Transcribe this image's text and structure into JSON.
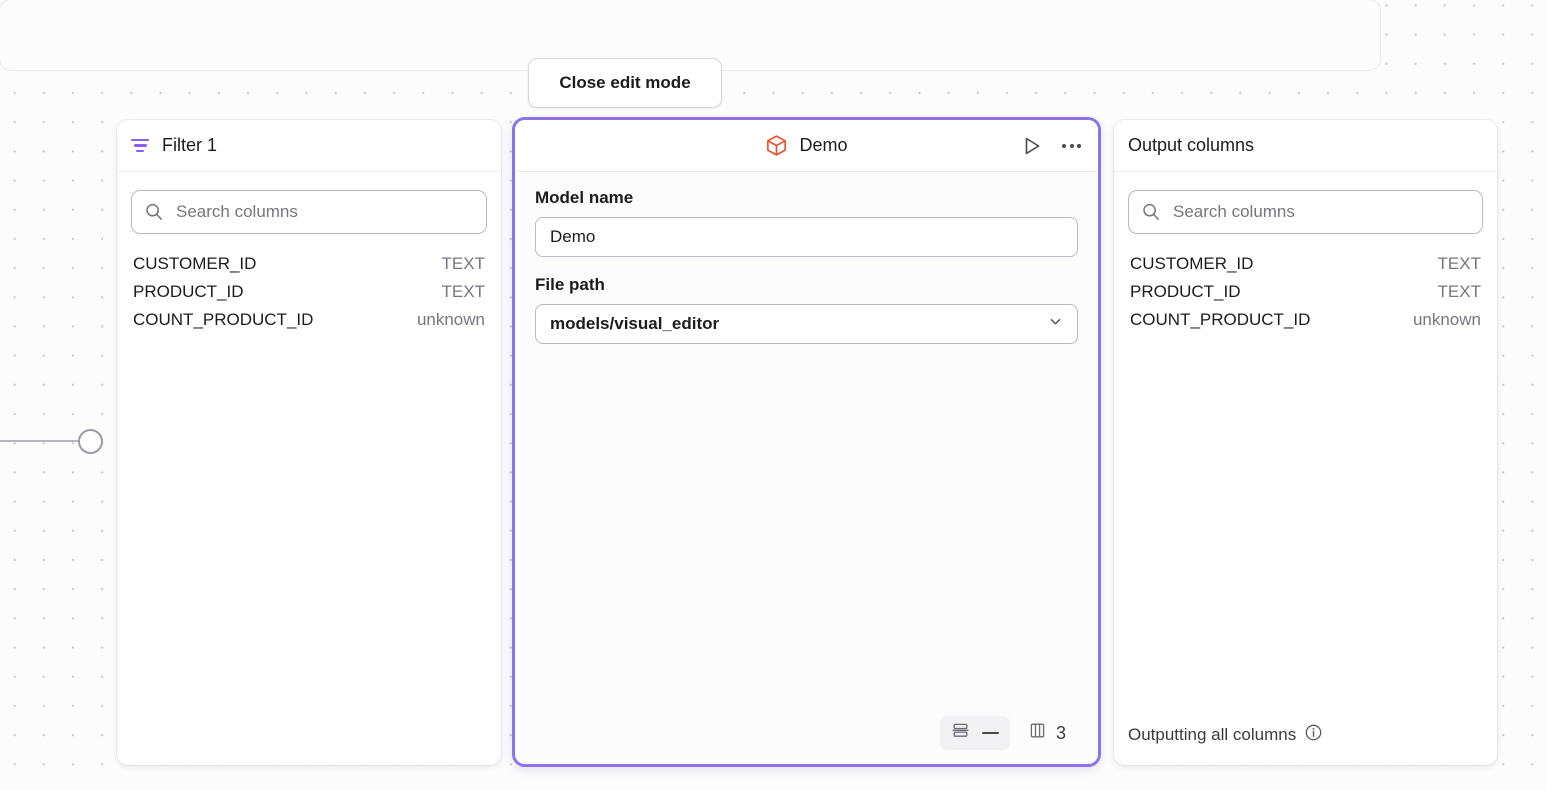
{
  "canvas": {
    "close_edit_mode_label": "Close edit mode"
  },
  "filter_node": {
    "title": "Filter 1",
    "icon": "filter-icon",
    "search": {
      "placeholder": "Search columns",
      "value": "",
      "icon": "search-icon"
    },
    "columns": [
      {
        "name": "CUSTOMER_ID",
        "type": "TEXT"
      },
      {
        "name": "PRODUCT_ID",
        "type": "TEXT"
      },
      {
        "name": "COUNT_PRODUCT_ID",
        "type": "unknown"
      }
    ]
  },
  "demo_node": {
    "title": "Demo",
    "icon": "cube-icon",
    "icon_color": "#e8502a",
    "selected_border_color": "#8a72f0",
    "actions": {
      "run_icon": "play-icon",
      "more_icon": "ellipsis-icon"
    },
    "fields": {
      "model_name_label": "Model name",
      "model_name_value": "Demo",
      "file_path_label": "File path",
      "file_path_value": "models/visual_editor",
      "file_path_caret_icon": "chevron-down-icon"
    },
    "footer": {
      "rows_icon": "rows-icon",
      "rows_value": "—",
      "columns_icon": "columns-icon",
      "columns_count": "3"
    }
  },
  "output_node": {
    "title": "Output columns",
    "search": {
      "placeholder": "Search columns",
      "value": "",
      "icon": "search-icon"
    },
    "columns": [
      {
        "name": "CUSTOMER_ID",
        "type": "TEXT"
      },
      {
        "name": "PRODUCT_ID",
        "type": "TEXT"
      },
      {
        "name": "COUNT_PRODUCT_ID",
        "type": "unknown"
      }
    ],
    "footer_text": "Outputting all columns",
    "footer_icon": "info-icon"
  }
}
